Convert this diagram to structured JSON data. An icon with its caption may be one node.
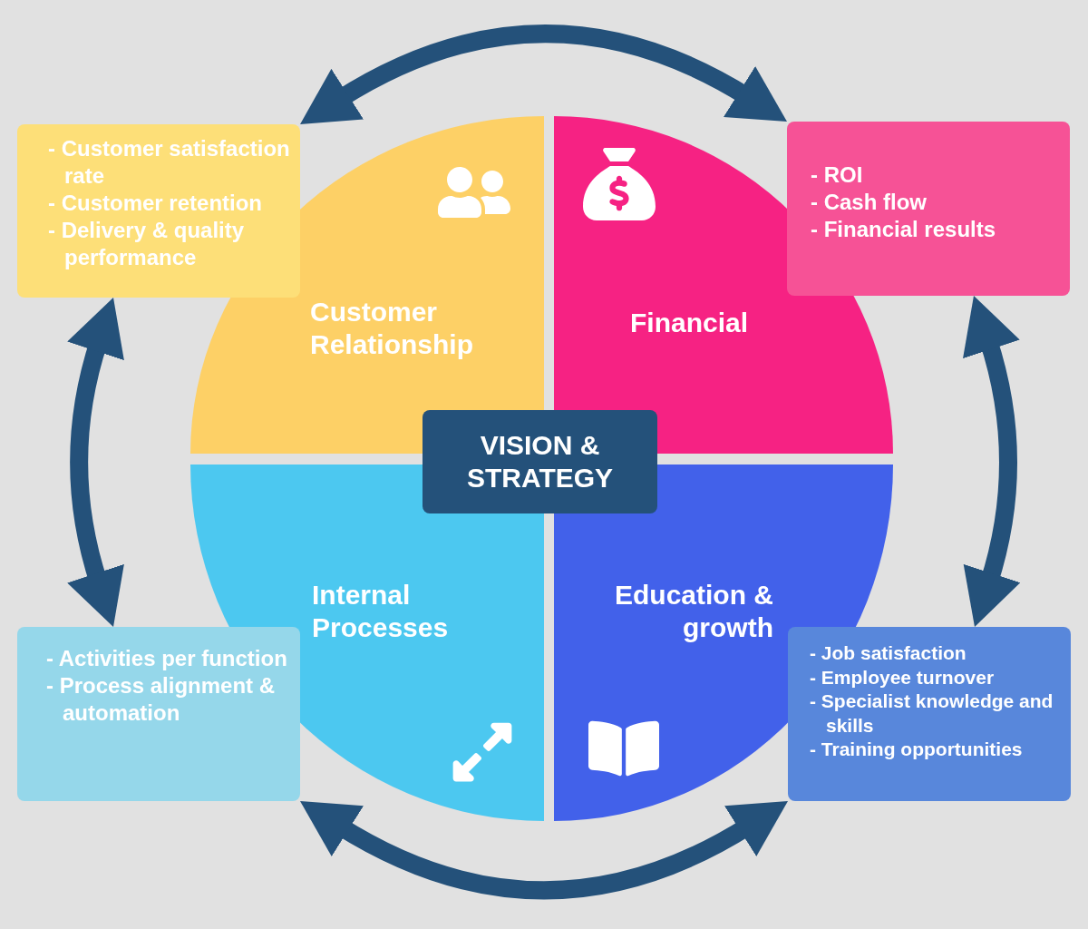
{
  "diagram": {
    "nodes": [
      {
        "text": [
          "- Customer satisfaction rate",
          "- Customer retention",
          "- Delivery & quality performance"
        ]
      },
      {
        "text": [
          "Customer Relationship"
        ]
      },
      {
        "text": [
          "Financial"
        ]
      },
      {
        "text": [
          "- ROI",
          "- Cash flow",
          "- Financial results"
        ]
      },
      {
        "text": [
          "VISION & STRATEGY"
        ]
      },
      {
        "text": [
          "- Activities per function",
          "- Process alignment & automation"
        ]
      },
      {
        "text": [
          "Internal Processes"
        ]
      },
      {
        "text": [
          "Education & growth"
        ]
      },
      {
        "text": [
          "- Job satisfaction",
          "- Employee turnover",
          "- Specialist knowledge and skills",
          "- Training opportunities"
        ]
      }
    ],
    "edges": [
      {
        "from": 0,
        "to": 3,
        "arrow": "both"
      },
      {
        "from": 3,
        "to": 8,
        "arrow": "both"
      },
      {
        "from": 8,
        "to": 5,
        "arrow": "both"
      },
      {
        "from": 5,
        "to": 0,
        "arrow": "both"
      }
    ]
  }
}
